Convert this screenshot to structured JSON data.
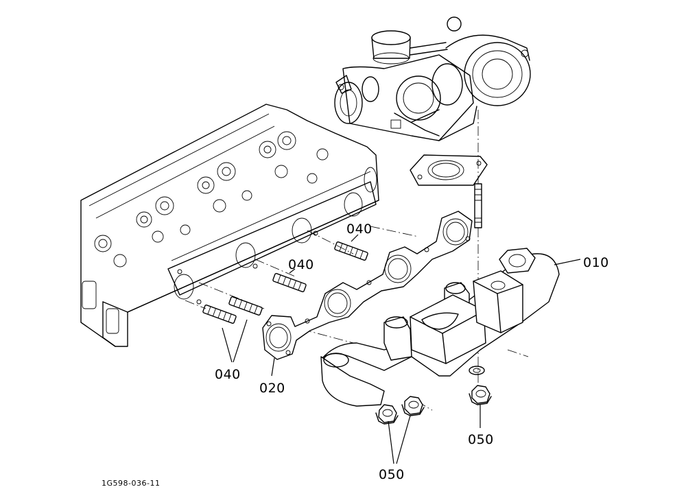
{
  "labels": {
    "p010": "010",
    "p020": "020",
    "p040_upper": "040",
    "p040_middle": "040",
    "p040_lower": "040",
    "p050_right": "050",
    "p050_lower": "050"
  },
  "drawing_code": "1G598-036-11"
}
